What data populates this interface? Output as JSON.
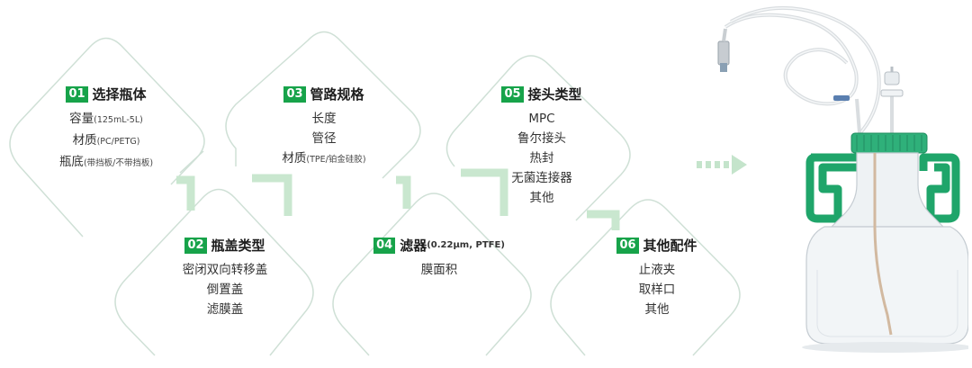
{
  "steps": [
    {
      "number": "01",
      "title": "选择瓶体",
      "items": [
        {
          "main": "容量",
          "sub": "(125mL-5L)"
        },
        {
          "main": "材质",
          "sub": "(PC/PETG)"
        },
        {
          "main": "瓶底",
          "sub": "(带挡板/不带挡板)"
        }
      ]
    },
    {
      "number": "02",
      "title": "瓶盖类型",
      "items": [
        {
          "main": "密闭双向转移盖",
          "sub": ""
        },
        {
          "main": "倒置盖",
          "sub": ""
        },
        {
          "main": "滤膜盖",
          "sub": ""
        }
      ]
    },
    {
      "number": "03",
      "title": "管路规格",
      "items": [
        {
          "main": "长度",
          "sub": ""
        },
        {
          "main": "管径",
          "sub": ""
        },
        {
          "main": "材质",
          "sub": "(TPE/铂金硅胶)"
        }
      ]
    },
    {
      "number": "04",
      "title": "滤器",
      "title_sub": "(0.22μm, PTFE)",
      "items": [
        {
          "main": "膜面积",
          "sub": ""
        }
      ]
    },
    {
      "number": "05",
      "title": "接头类型",
      "items": [
        {
          "main": "MPC",
          "sub": ""
        },
        {
          "main": "鲁尔接头",
          "sub": ""
        },
        {
          "main": "热封",
          "sub": ""
        },
        {
          "main": "无菌连接器",
          "sub": ""
        },
        {
          "main": "其他",
          "sub": ""
        }
      ]
    },
    {
      "number": "06",
      "title": "其他配件",
      "items": [
        {
          "main": "止液夹",
          "sub": ""
        },
        {
          "main": "取样口",
          "sub": ""
        },
        {
          "main": "其他",
          "sub": ""
        }
      ]
    }
  ],
  "colors": {
    "accent": "#17a34a",
    "outline": "#cfe0d6",
    "connector": "#c9e7cf",
    "arrow": "#c4e4cb",
    "cap": "#2fb07a",
    "handle": "#1fa56a"
  },
  "icons": [
    "dashed-arrow-icon",
    "bottle-assembly-icon"
  ]
}
